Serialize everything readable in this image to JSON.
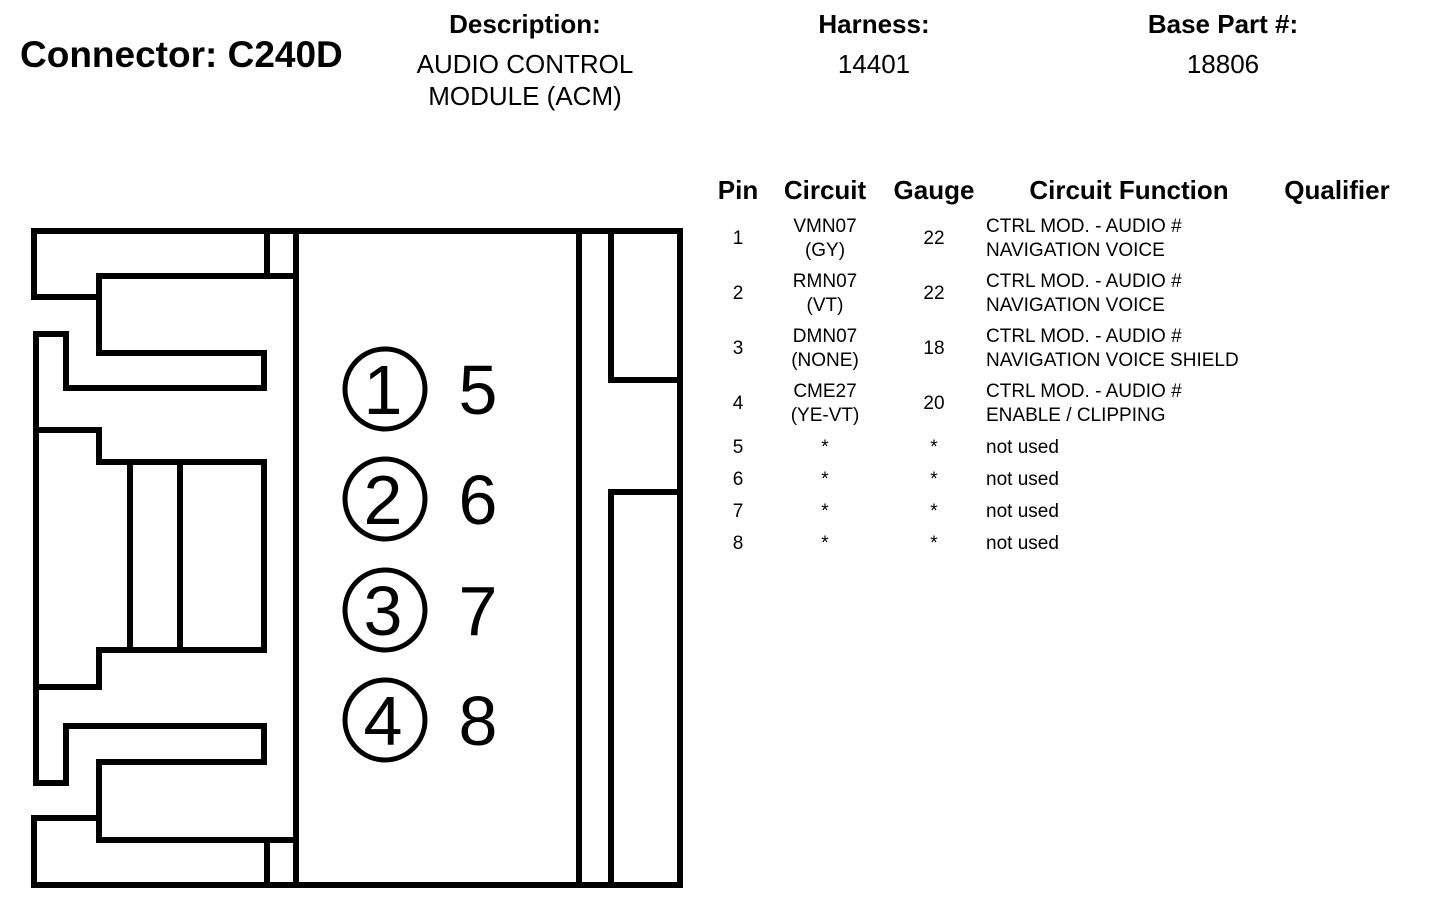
{
  "header": {
    "connector": "Connector: C240D",
    "description_label": "Description:",
    "description_line1": "AUDIO CONTROL",
    "description_line2": "MODULE (ACM)",
    "harness_label": "Harness:",
    "harness_value": "14401",
    "base_part_label": "Base Part #:",
    "base_part_value": "18806"
  },
  "connector_face": {
    "pins_left": [
      "1",
      "2",
      "3",
      "4"
    ],
    "pins_right": [
      "5",
      "6",
      "7",
      "8"
    ]
  },
  "table": {
    "columns": {
      "pin": "Pin",
      "circuit": "Circuit",
      "gauge": "Gauge",
      "function": "Circuit Function",
      "qualifier": "Qualifier"
    },
    "rows": [
      {
        "pin": "1",
        "circuit": "VMN07",
        "color": "(GY)",
        "gauge": "22",
        "function1": "CTRL MOD. - AUDIO #",
        "function2": "NAVIGATION VOICE"
      },
      {
        "pin": "2",
        "circuit": "RMN07",
        "color": "(VT)",
        "gauge": "22",
        "function1": "CTRL MOD. - AUDIO #",
        "function2": "NAVIGATION VOICE"
      },
      {
        "pin": "3",
        "circuit": "DMN07",
        "color": "(NONE)",
        "gauge": "18",
        "function1": "CTRL MOD. - AUDIO #",
        "function2": "NAVIGATION VOICE SHIELD"
      },
      {
        "pin": "4",
        "circuit": "CME27",
        "color": "(YE-VT)",
        "gauge": "20",
        "function1": "CTRL MOD. - AUDIO #",
        "function2": "ENABLE / CLIPPING"
      },
      {
        "pin": "5",
        "circuit": "*",
        "gauge": "*",
        "function1": "not used"
      },
      {
        "pin": "6",
        "circuit": "*",
        "gauge": "*",
        "function1": "not used"
      },
      {
        "pin": "7",
        "circuit": "*",
        "gauge": "*",
        "function1": "not used"
      },
      {
        "pin": "8",
        "circuit": "*",
        "gauge": "*",
        "function1": "not used"
      }
    ]
  }
}
